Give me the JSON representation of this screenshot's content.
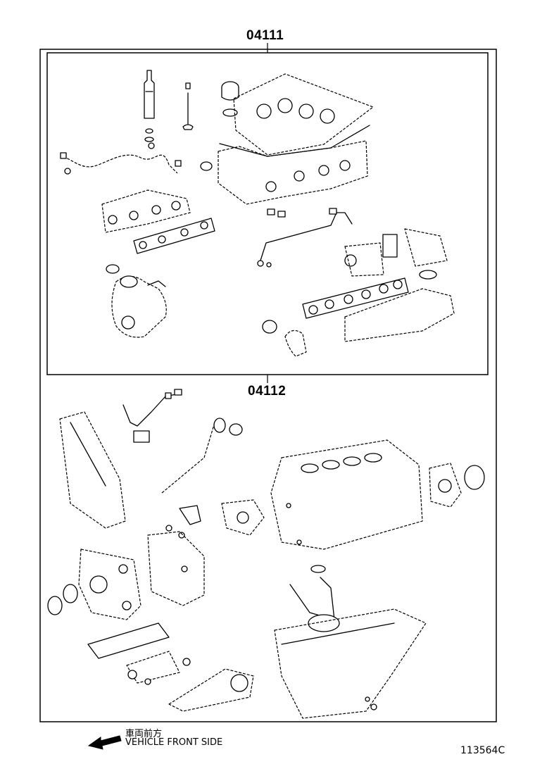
{
  "diagram": {
    "kit_labels": [
      "04111",
      "04112"
    ],
    "direction": {
      "japanese": "車両前方",
      "english": "VEHICLE FRONT SIDE",
      "icon": "arrow-left-icon"
    },
    "figure_id": "113564C"
  }
}
